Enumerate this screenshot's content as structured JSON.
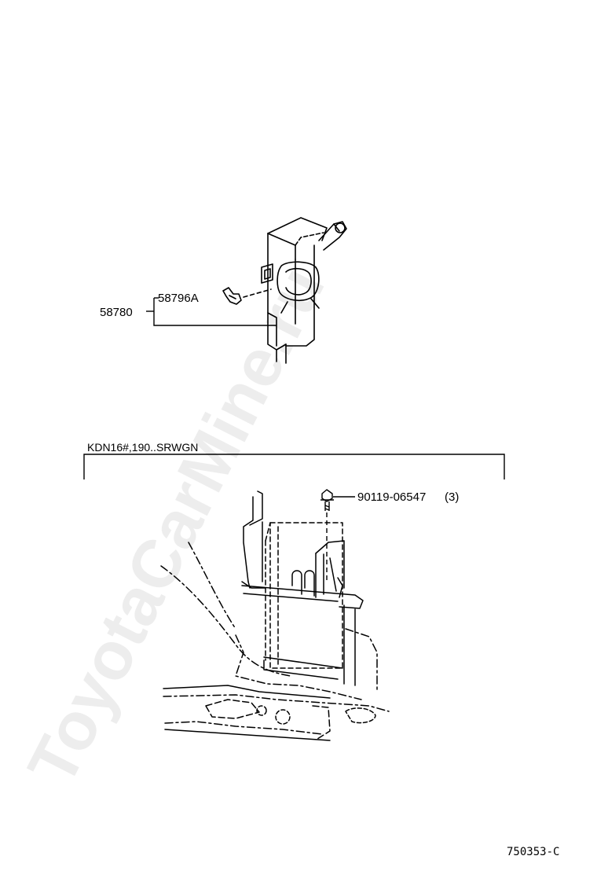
{
  "upper_diagram": {
    "assembly_part": "58780",
    "clip_part": "58796A"
  },
  "lower_diagram": {
    "variant_label": "KDN16#,190..SRWGN",
    "bolt_part": "90119-06547",
    "bolt_qty": "(3)"
  },
  "figure_code": "750353-C",
  "watermark": "ToyotaCarMine.ru"
}
